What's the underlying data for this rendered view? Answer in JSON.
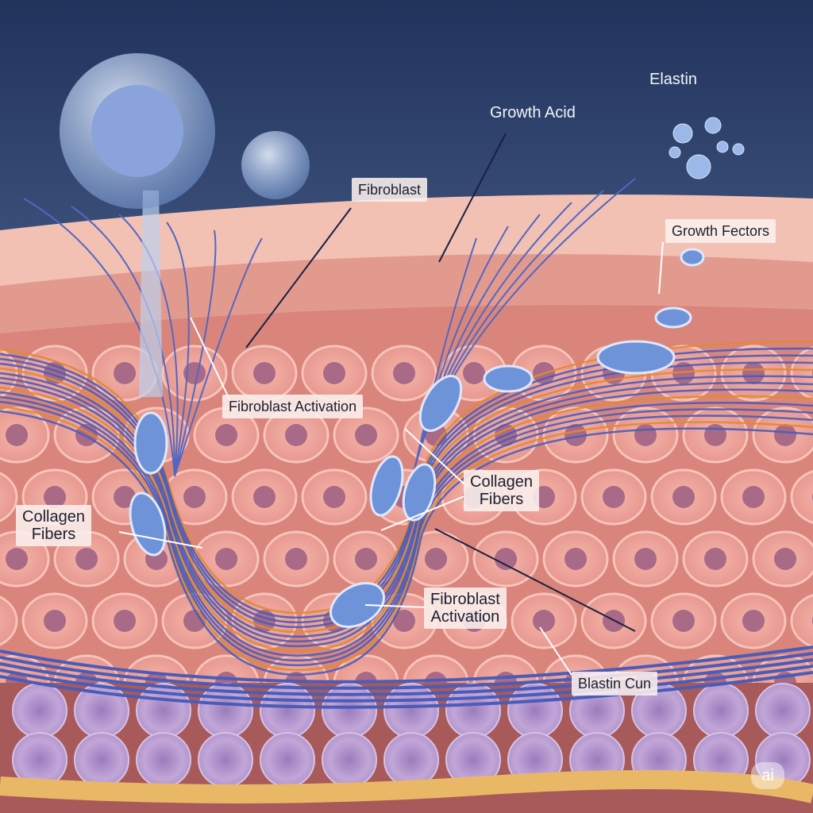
{
  "labels": {
    "elastin": "Elastin",
    "growth_acid": "Growth Acid",
    "fibroblast": "Fibroblast",
    "growth_factors": "Growth Fectors",
    "fibroblast_activation_top": "Fibroblast Activation",
    "collagen_fibers_left_1": "Collagen",
    "collagen_fibers_left_2": "Fibers",
    "collagen_fibers_right_1": "Collagen",
    "collagen_fibers_right_2": "Fibers",
    "fibroblast_activation_bottom_1": "Fibroblast",
    "fibroblast_activation_bottom_2": "Activation",
    "blastin_cun": "Blastin Cun"
  },
  "watermark": "ai",
  "colors": {
    "sky_top": "#24365f",
    "sky_bottom": "#6d8ab8",
    "epidermis": "#f0b9ac",
    "cell": "#f3a9a0",
    "nucleus": "#a86a86",
    "fiber": "#4a5cb8",
    "collagen": "#e08a32",
    "fat_cell": "#b89ad0",
    "fat_band": "#e9b866"
  }
}
